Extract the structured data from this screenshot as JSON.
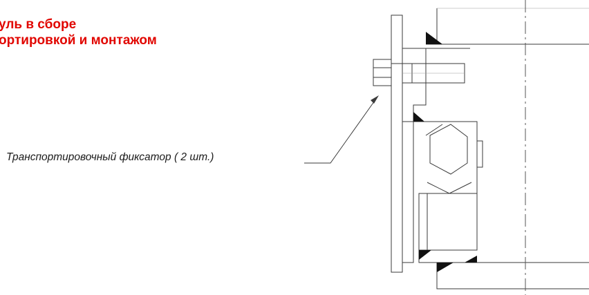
{
  "title": {
    "line1": "уль в сборе",
    "line2": "ортировкой и монтажом"
  },
  "callout": {
    "label": "Транспортировочный фиксатор ( 2 шт.)"
  },
  "colors": {
    "title": "#e10600",
    "line": "#3a3a3a",
    "weld": "#111111"
  },
  "icons": {
    "arrow": "arrow-icon"
  }
}
